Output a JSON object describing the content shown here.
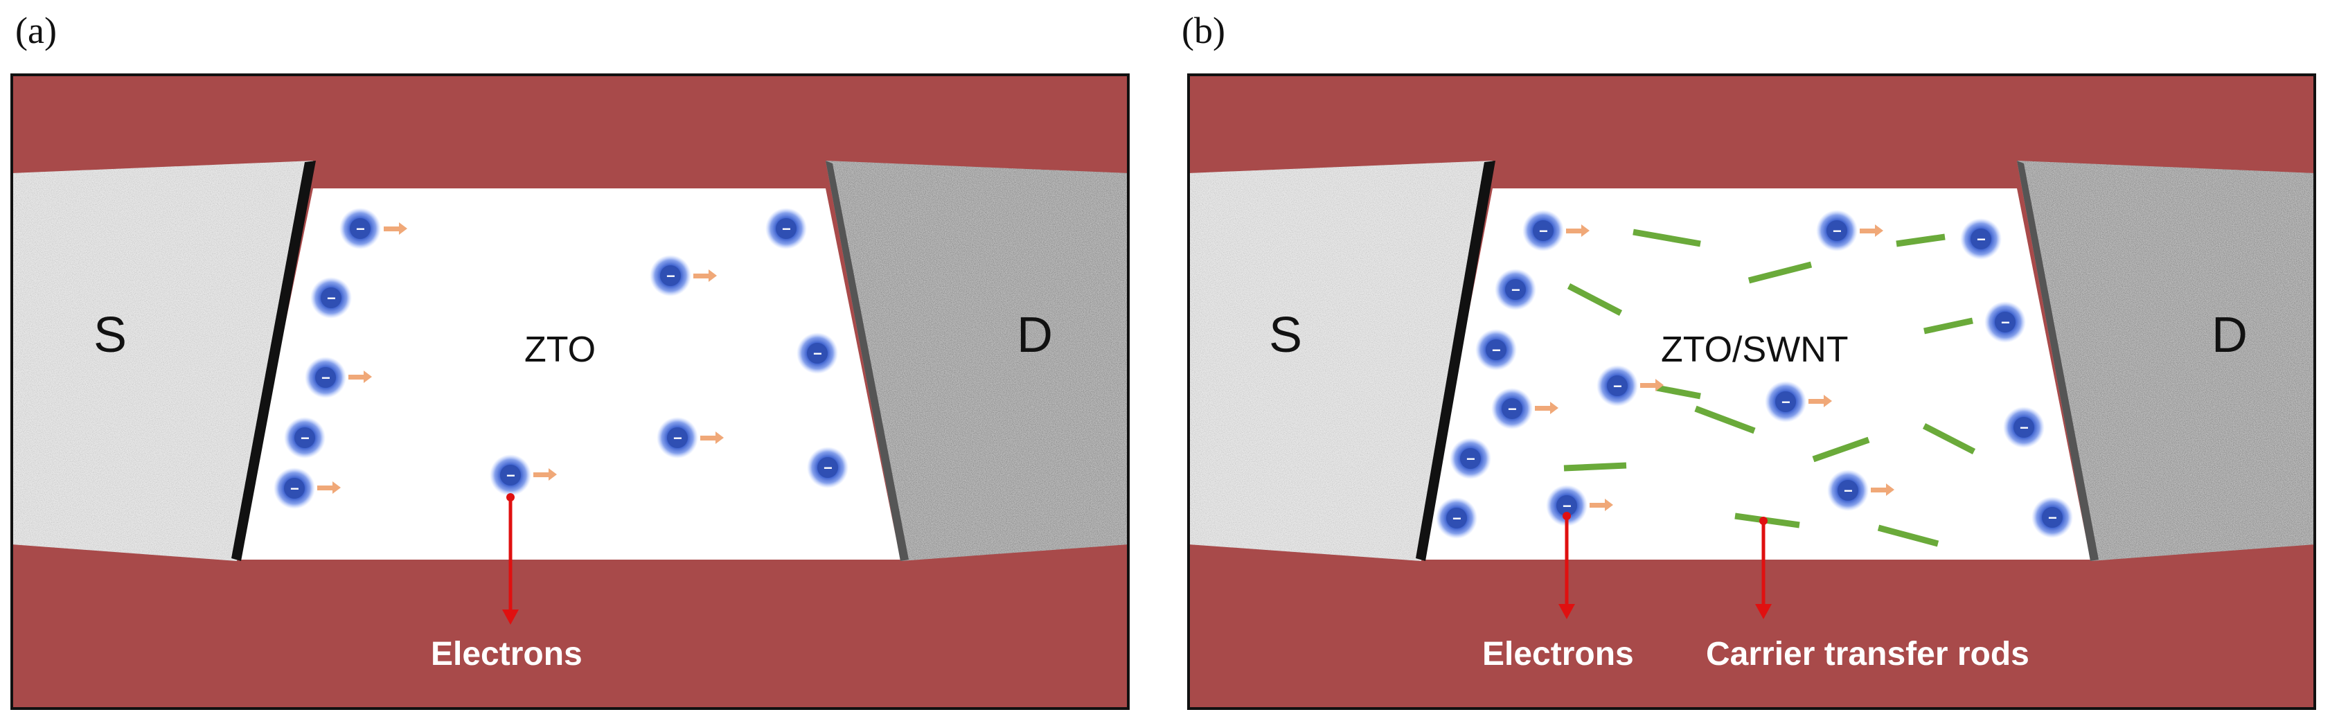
{
  "colors": {
    "substrate": "#a84a4a",
    "channel": "#ffffff",
    "electron_core": "#2f4fb3",
    "electron_glow": "#6f8fe8",
    "drift_arrow": "#f0a878",
    "rod": "#6aaa3a",
    "pointer": "#e01010",
    "frame": "#111111"
  },
  "panels": [
    {
      "label": "(a)",
      "source_label": "S",
      "drain_label": "D",
      "material_label": "ZTO",
      "annotations": [
        "Electrons"
      ]
    },
    {
      "label": "(b)",
      "source_label": "S",
      "drain_label": "D",
      "material_label": "ZTO/SWNT",
      "annotations": [
        "Electrons",
        "Carrier transfer rods"
      ]
    }
  ],
  "icons": {
    "electron": "electron-minus-icon",
    "drift": "arrow-right-icon"
  }
}
